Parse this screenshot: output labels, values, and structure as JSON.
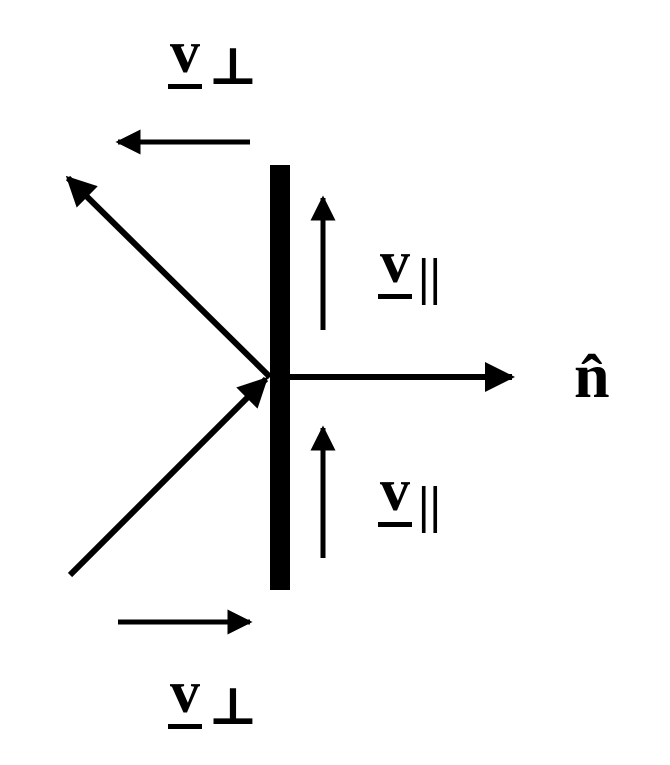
{
  "labels": {
    "v_perp_top": {
      "base": "v",
      "sub": "⊥"
    },
    "v_par_upper": {
      "base": "v",
      "sub": "||"
    },
    "v_par_lower": {
      "base": "v",
      "sub": "||"
    },
    "v_perp_bottom": {
      "base": "v",
      "sub": "⊥"
    },
    "normal": "n̂"
  },
  "colors": {
    "ink": "#000000",
    "background": "#ffffff"
  }
}
